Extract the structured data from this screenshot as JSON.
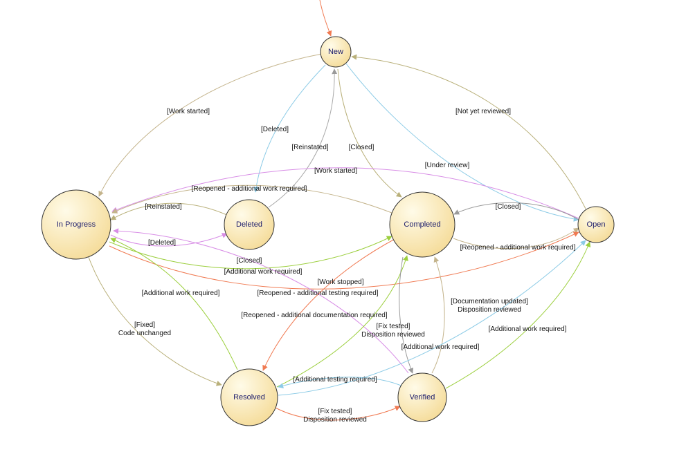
{
  "diagram": {
    "states": {
      "new": "New",
      "in_progress": "In Progress",
      "deleted": "Deleted",
      "completed": "Completed",
      "open": "Open",
      "resolved": "Resolved",
      "verified": "Verified"
    },
    "transitions": {
      "new_to_in_progress": "[Work started]",
      "new_to_deleted": "[Deleted]",
      "deleted_to_new": "[Reinstated]",
      "new_to_completed": "[Closed]",
      "deleted_to_completed_work_started": "[Work started]",
      "new_to_open": "[Under review]",
      "open_to_new": "[Not yet reviewed]",
      "completed_to_in_progress": "[Reopened - additional work required]",
      "deleted_to_in_progress": "[Reinstated]",
      "in_progress_to_deleted": "[Deleted]",
      "open_to_completed": "[Closed]",
      "completed_to_open": "[Reopened - additional work required]",
      "in_progress_to_completed": "[Closed]",
      "in_progress_to_open": "[Additional work required]",
      "verified_to_in_progress": "[Work stopped]",
      "completed_to_resolved_testing": "[Reopened - additional testing required]",
      "resolved_to_in_progress": "[Additional work required]",
      "completed_to_resolved_docs": "[Reopened - additional documentation required]",
      "in_progress_to_resolved_line1": "[Fixed]",
      "in_progress_to_resolved_line2": "Code unchanged",
      "completed_to_verified_line1": "[Fix tested]",
      "completed_to_verified_line2": "Disposition reviewed",
      "verified_to_completed_line1": "[Documentation updated]",
      "verified_to_completed_line2": "Disposition reviewed",
      "verified_to_in_progress_addl": "[Additional work required]",
      "verified_to_open": "[Additional work required]",
      "verified_to_resolved": "[Additional testing required]",
      "resolved_to_verified_line1": "[Fix tested]",
      "resolved_to_verified_line2": "Disposition reviewed"
    },
    "colors": {
      "node_fill_light": "#fffbe8",
      "node_fill_dark": "#f5dc9a",
      "node_stroke": "#333333",
      "tan": "#c4b48c",
      "khaki": "#b9b07a",
      "blue": "#8ccbe6",
      "pink": "#d88ee6",
      "green": "#9ccf3e",
      "orange": "#f07a52",
      "gray": "#9a9a9a"
    }
  }
}
